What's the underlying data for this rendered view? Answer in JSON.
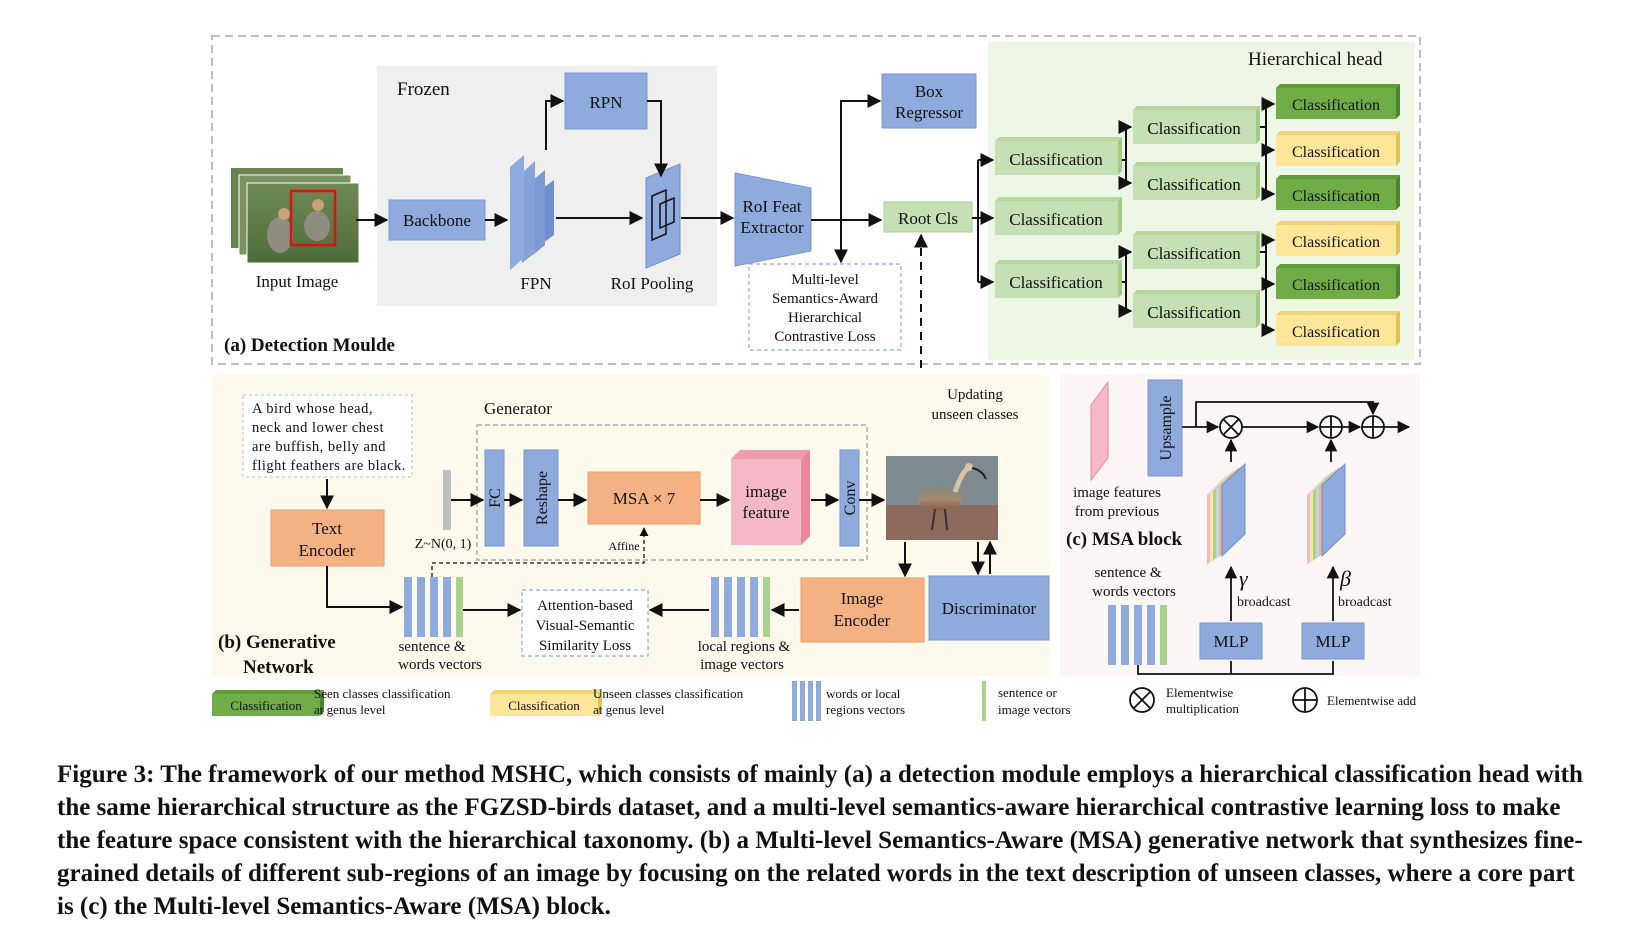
{
  "detection": {
    "label": "(a) Detection Moulde",
    "frozen_label": "Frozen",
    "input_image_label": "Input Image",
    "backbone": "Backbone",
    "fpn": "FPN",
    "rpn": "RPN",
    "roi_pooling": "RoI Pooling",
    "roi_feat": [
      "RoI Feat",
      "Extractor"
    ],
    "box_regressor": [
      "Box",
      "Regressor"
    ],
    "root_cls": "Root Cls",
    "loss_box": [
      "Multi-level",
      "Semantics-Award",
      "Hierarchical",
      "Contrastive Loss"
    ],
    "hier_head_label": "Hierarchical head",
    "classification": "Classification"
  },
  "generative": {
    "label": [
      "(b) Generative",
      "Network"
    ],
    "text_desc": [
      "A bird whose head,",
      "neck and lower chest",
      "are buffish,  belly and",
      "flight feathers are black."
    ],
    "text_encoder": [
      "Text",
      "Encoder"
    ],
    "noise": "Z~N(0, 1)",
    "generator_label": "Generator",
    "fc": "FC",
    "reshape": "Reshape",
    "msa7": "MSA × 7",
    "image_feature": [
      "image",
      "feature"
    ],
    "conv": "Conv",
    "affine": "Affine",
    "updating": [
      "Updating",
      "unseen classes"
    ],
    "sentence_words": [
      "sentence &",
      "words vectors"
    ],
    "attention_loss": [
      "Attention-based",
      "Visual-Semantic",
      "Similarity Loss"
    ],
    "local_regions": [
      "local regions &",
      "image vectors"
    ],
    "image_encoder": [
      "Image",
      "Encoder"
    ],
    "discriminator": "Discriminator"
  },
  "msa_block": {
    "label": "(c) MSA block",
    "upsample": "Upsample",
    "image_features_prev": [
      "image features",
      "from previous"
    ],
    "sentence_words": [
      "sentence &",
      "words vectors"
    ],
    "gamma": "γ",
    "beta": "β",
    "broadcast": "broadcast",
    "mlp": "MLP"
  },
  "legend": {
    "seen_box": "Classification",
    "seen_text": [
      "Seen classes classification",
      "at genus level"
    ],
    "unseen_box": "Classification",
    "unseen_text": [
      "Unseen classes classification",
      "at genus level"
    ],
    "words_text": [
      "words or local",
      "regions vectors"
    ],
    "sentence_text": [
      "sentence or",
      "image  vectors"
    ],
    "mult_text": [
      "Elementwise",
      "multiplication"
    ],
    "add_text": "Elementwise add"
  },
  "caption": "Figure 3: The framework of our method MSHC, which consists of mainly (a) a detection module employs a hierarchical classification head with the same hierarchical structure as the FGZSD-birds dataset, and a multi-level semantics-aware hierarchical contrastive learning loss to make the feature space consistent with the hierarchical taxonomy. (b) a Multi-level Semantics-Aware (MSA) generative network that synthesizes fine-grained details of different sub-regions of an image by focusing on the related words in the text description of unseen classes, where a core part is (c) the Multi-level Semantics-Aware (MSA) block.",
  "colors": {
    "blue": "#8faadc",
    "orange": "#f4b183",
    "green_light": "#c5e0b4",
    "green_dark": "#70ad47",
    "yellow": "#ffe699",
    "pink": "#f4b8c6",
    "frozen_bg": "#efefef",
    "head_bg": "#eef6e6",
    "gen_bg": "#fdf9ec",
    "msa_bg": "#fcf6f6"
  }
}
